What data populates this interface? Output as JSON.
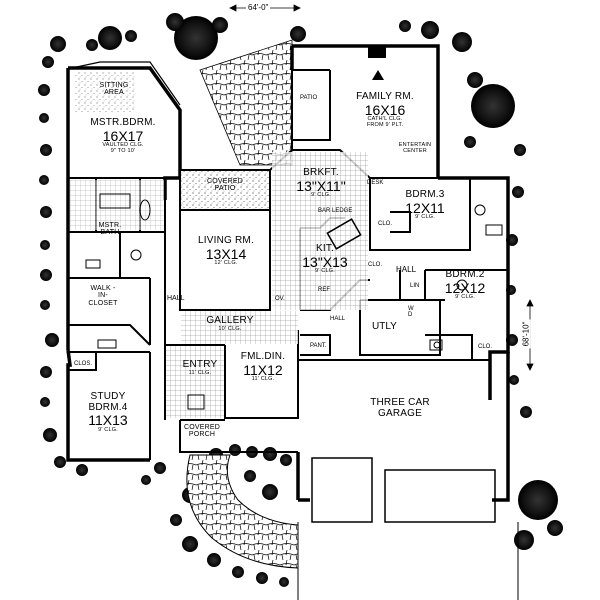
{
  "dimensions": {
    "width": "64'-0\"",
    "depth": "68'-10\""
  },
  "rooms": {
    "sitting": {
      "name": "SITTING AREA"
    },
    "master_bedroom": {
      "name": "MSTR.BDRM.",
      "size": "16X17",
      "sub1": "VAULTED CLG.",
      "sub2": "9\" TO 10'"
    },
    "master_bath": {
      "name": "MSTR. BATH"
    },
    "walk_in_closet": {
      "name": "WALK -IN- CLOSET"
    },
    "study": {
      "name": "STUDY",
      "name2": "BDRM.4",
      "size": "11X13",
      "sub": "9' CLG."
    },
    "family": {
      "name": "FAMILY RM.",
      "size": "16X16",
      "sub1": "CATH'L CLG.",
      "sub2": "FROM 9' PLT."
    },
    "entertain": {
      "name": "ENTERTAIN CENTER"
    },
    "patio": {
      "name": "PATIO"
    },
    "covered_patio": {
      "name": "COVERED PATIO"
    },
    "brkft": {
      "name": "BRKFT.",
      "size": "13\"X11\"",
      "sub": "9' CLG."
    },
    "desk": {
      "name": "DESK"
    },
    "bar_ledge": {
      "name": "BAR LEDGE"
    },
    "kitchen": {
      "name": "KIT.",
      "size": "13\"X13",
      "sub": "9' CLG."
    },
    "living": {
      "name": "LIVING RM.",
      "size": "13X14",
      "sub": "12' CLG."
    },
    "gallery": {
      "name": "GALLERY",
      "sub": "10' CLG."
    },
    "bdrm3": {
      "name": "BDRM.3",
      "size": "12X11",
      "sub": "9' CLG."
    },
    "bdrm2": {
      "name": "BDRM.2",
      "size": "12X12",
      "sub": "9' CLG."
    },
    "hall_left": {
      "name": "HALL"
    },
    "hall_right": {
      "name": "HALL"
    },
    "hall_mid": {
      "name": "HALL"
    },
    "utly": {
      "name": "UTLY"
    },
    "pant": {
      "name": "PANT."
    },
    "entry": {
      "name": "ENTRY",
      "sub": "11' CLG."
    },
    "fml_din": {
      "name": "FML.DIN.",
      "size": "11X12",
      "sub": "11' CLG."
    },
    "garage": {
      "name": "THREE CAR",
      "name2": "GARAGE"
    },
    "covered_porch": {
      "name": "COVERED PORCH"
    }
  },
  "small_labels": {
    "clo_study": "CLOS.",
    "clo_bdrm3": "CLO.",
    "clo_kit": "CLO.",
    "clo_bdrm2": "CLO.",
    "lin": "LIN",
    "wd": "W D",
    "ref": "REF",
    "ov": "OV."
  }
}
